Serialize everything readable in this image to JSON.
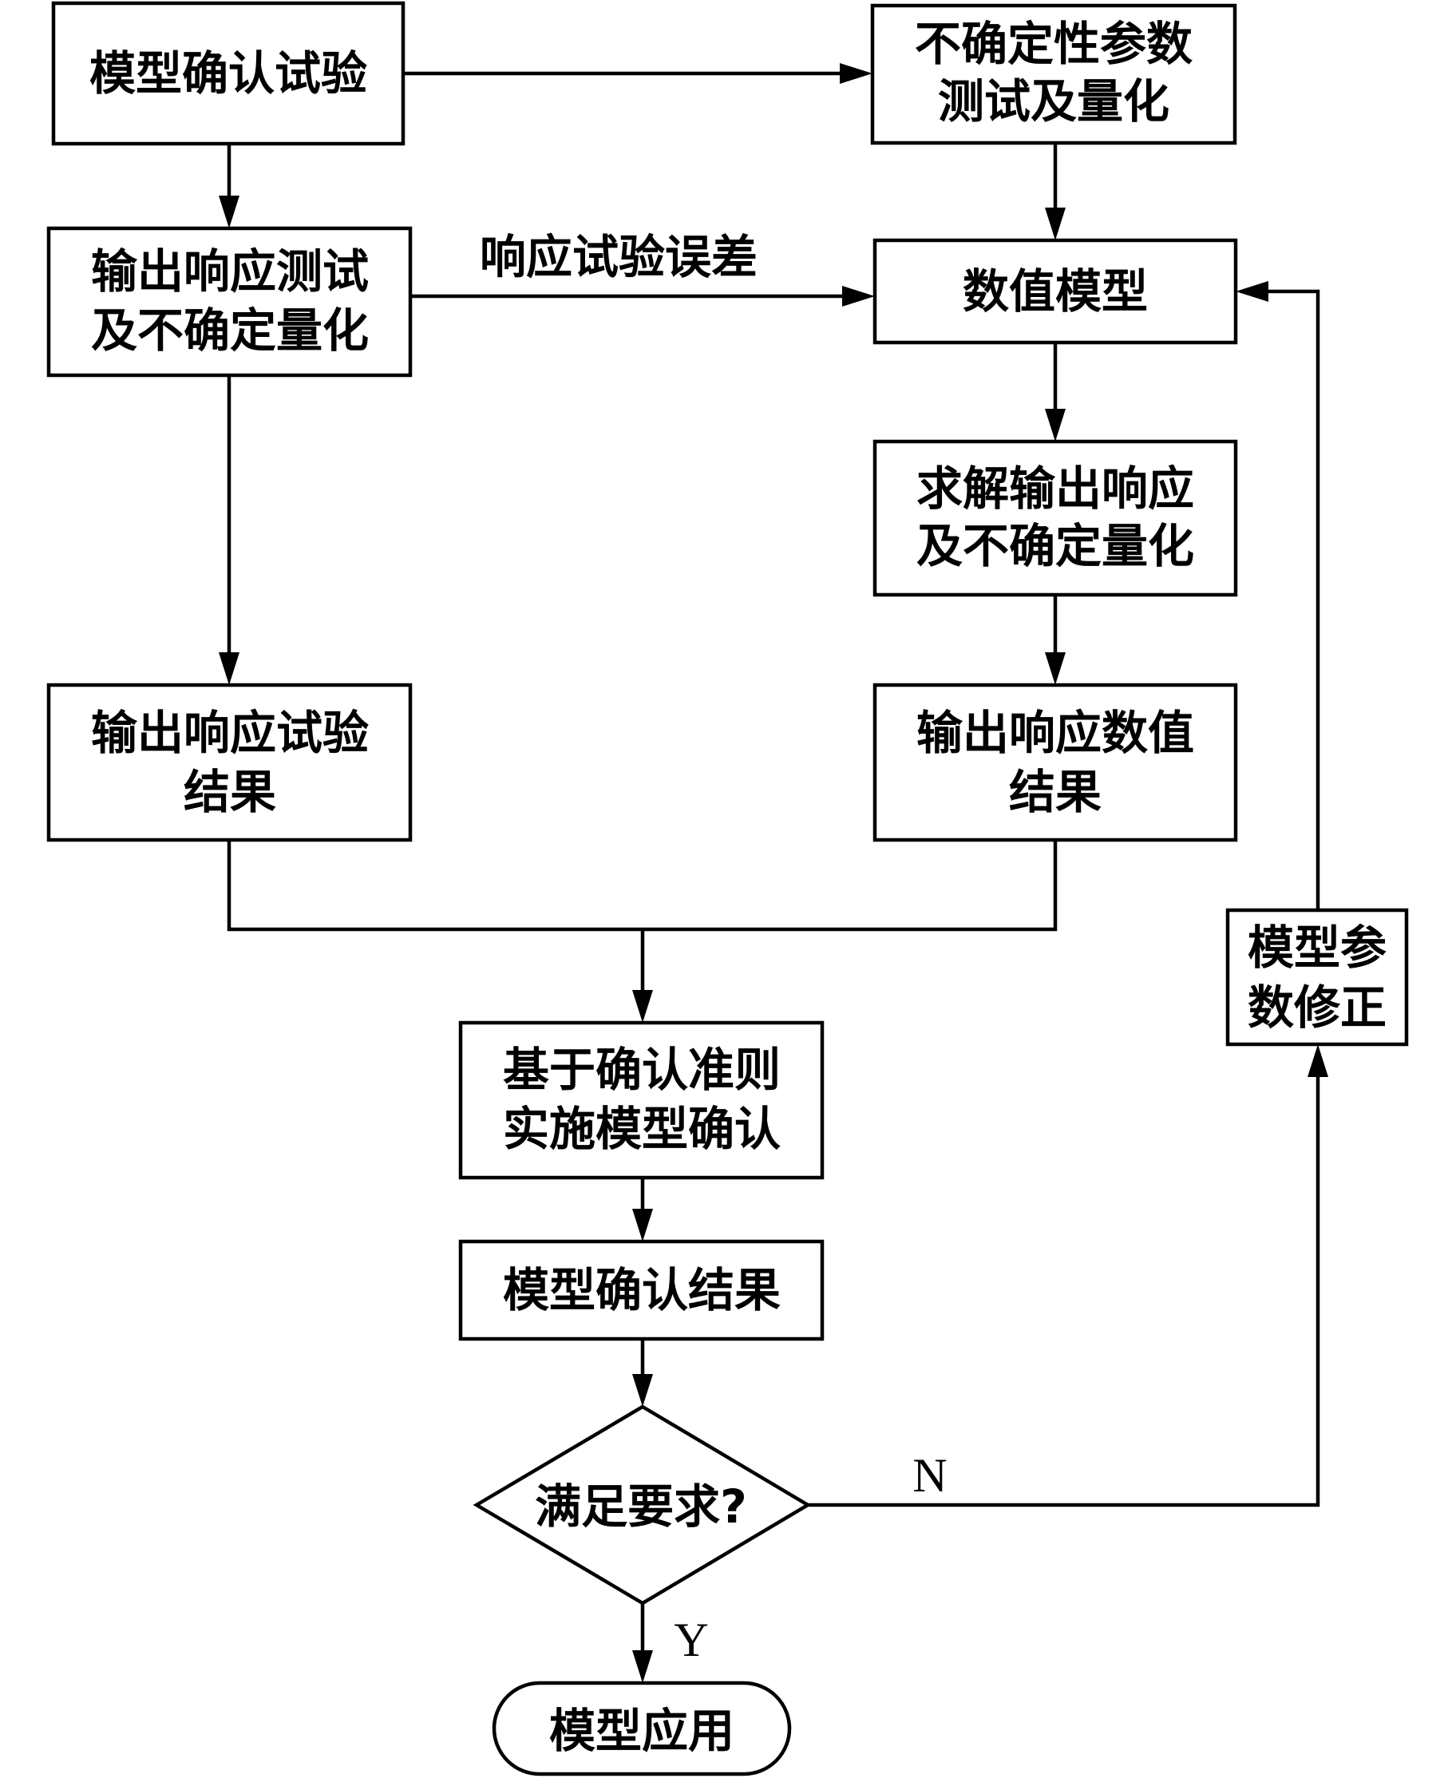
{
  "diagram": {
    "nodes": {
      "model_validation_test": [
        "模型确认试验"
      ],
      "uncertain_param_test": [
        "不确定性参数",
        "测试及量化"
      ],
      "output_response_test": [
        "输出响应测试",
        "及不确定量化"
      ],
      "numerical_model": [
        "数值模型"
      ],
      "solve_output_response": [
        "求解输出响应",
        "及不确定量化"
      ],
      "output_test_result": [
        "输出响应试验",
        "结果"
      ],
      "output_numerical_result": [
        "输出响应数值",
        "结果"
      ],
      "param_correction": [
        "模型参",
        "数修正"
      ],
      "implement_validation": [
        "基于确认准则",
        "实施模型确认"
      ],
      "validation_result": [
        "模型确认结果"
      ],
      "decision": [
        "满足要求?"
      ],
      "model_application": [
        "模型应用"
      ]
    },
    "edge_labels": {
      "response_test_error": "响应试验误差",
      "no": "N",
      "yes": "Y"
    },
    "colors": {
      "stroke": "#000000",
      "fill": "#ffffff"
    }
  }
}
